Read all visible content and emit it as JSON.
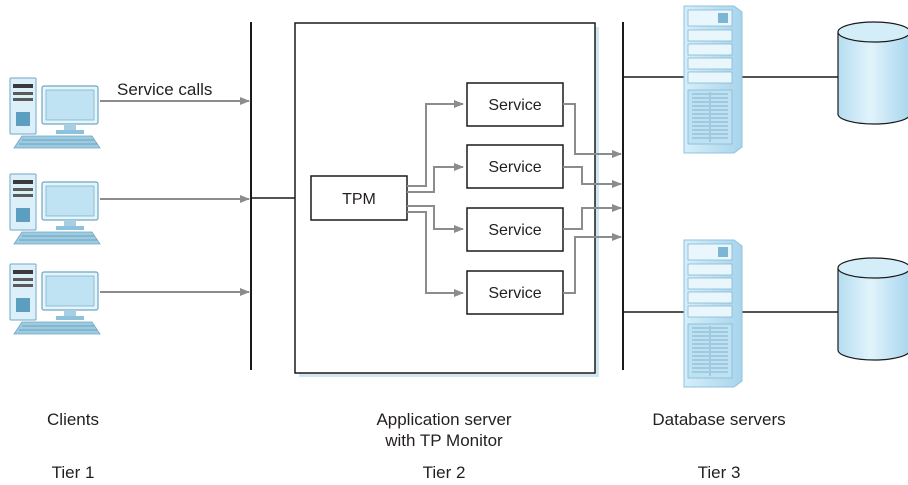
{
  "annotations": {
    "service_calls": "Service calls"
  },
  "app_server": {
    "tpm_label": "TPM",
    "services": [
      "Service",
      "Service",
      "Service",
      "Service"
    ]
  },
  "labels": {
    "clients": "Clients",
    "app_server_line1": "Application server",
    "app_server_line2": "with TP Monitor",
    "db_servers": "Database servers"
  },
  "tiers": {
    "tier1": "Tier 1",
    "tier2": "Tier 2",
    "tier3": "Tier 3"
  },
  "colors": {
    "line": "#1a1a1a",
    "arrow": "#8c8c8c",
    "computer_fill": "#d2ecf7",
    "computer_stroke": "#6fa7c3",
    "database_fill": "#c5e6f6",
    "database_stroke": "#1a1a1a",
    "box_shadow": "#cfe6f3"
  },
  "icons": [
    "client-computer-icon",
    "database-server-icon",
    "database-cylinder-icon"
  ]
}
